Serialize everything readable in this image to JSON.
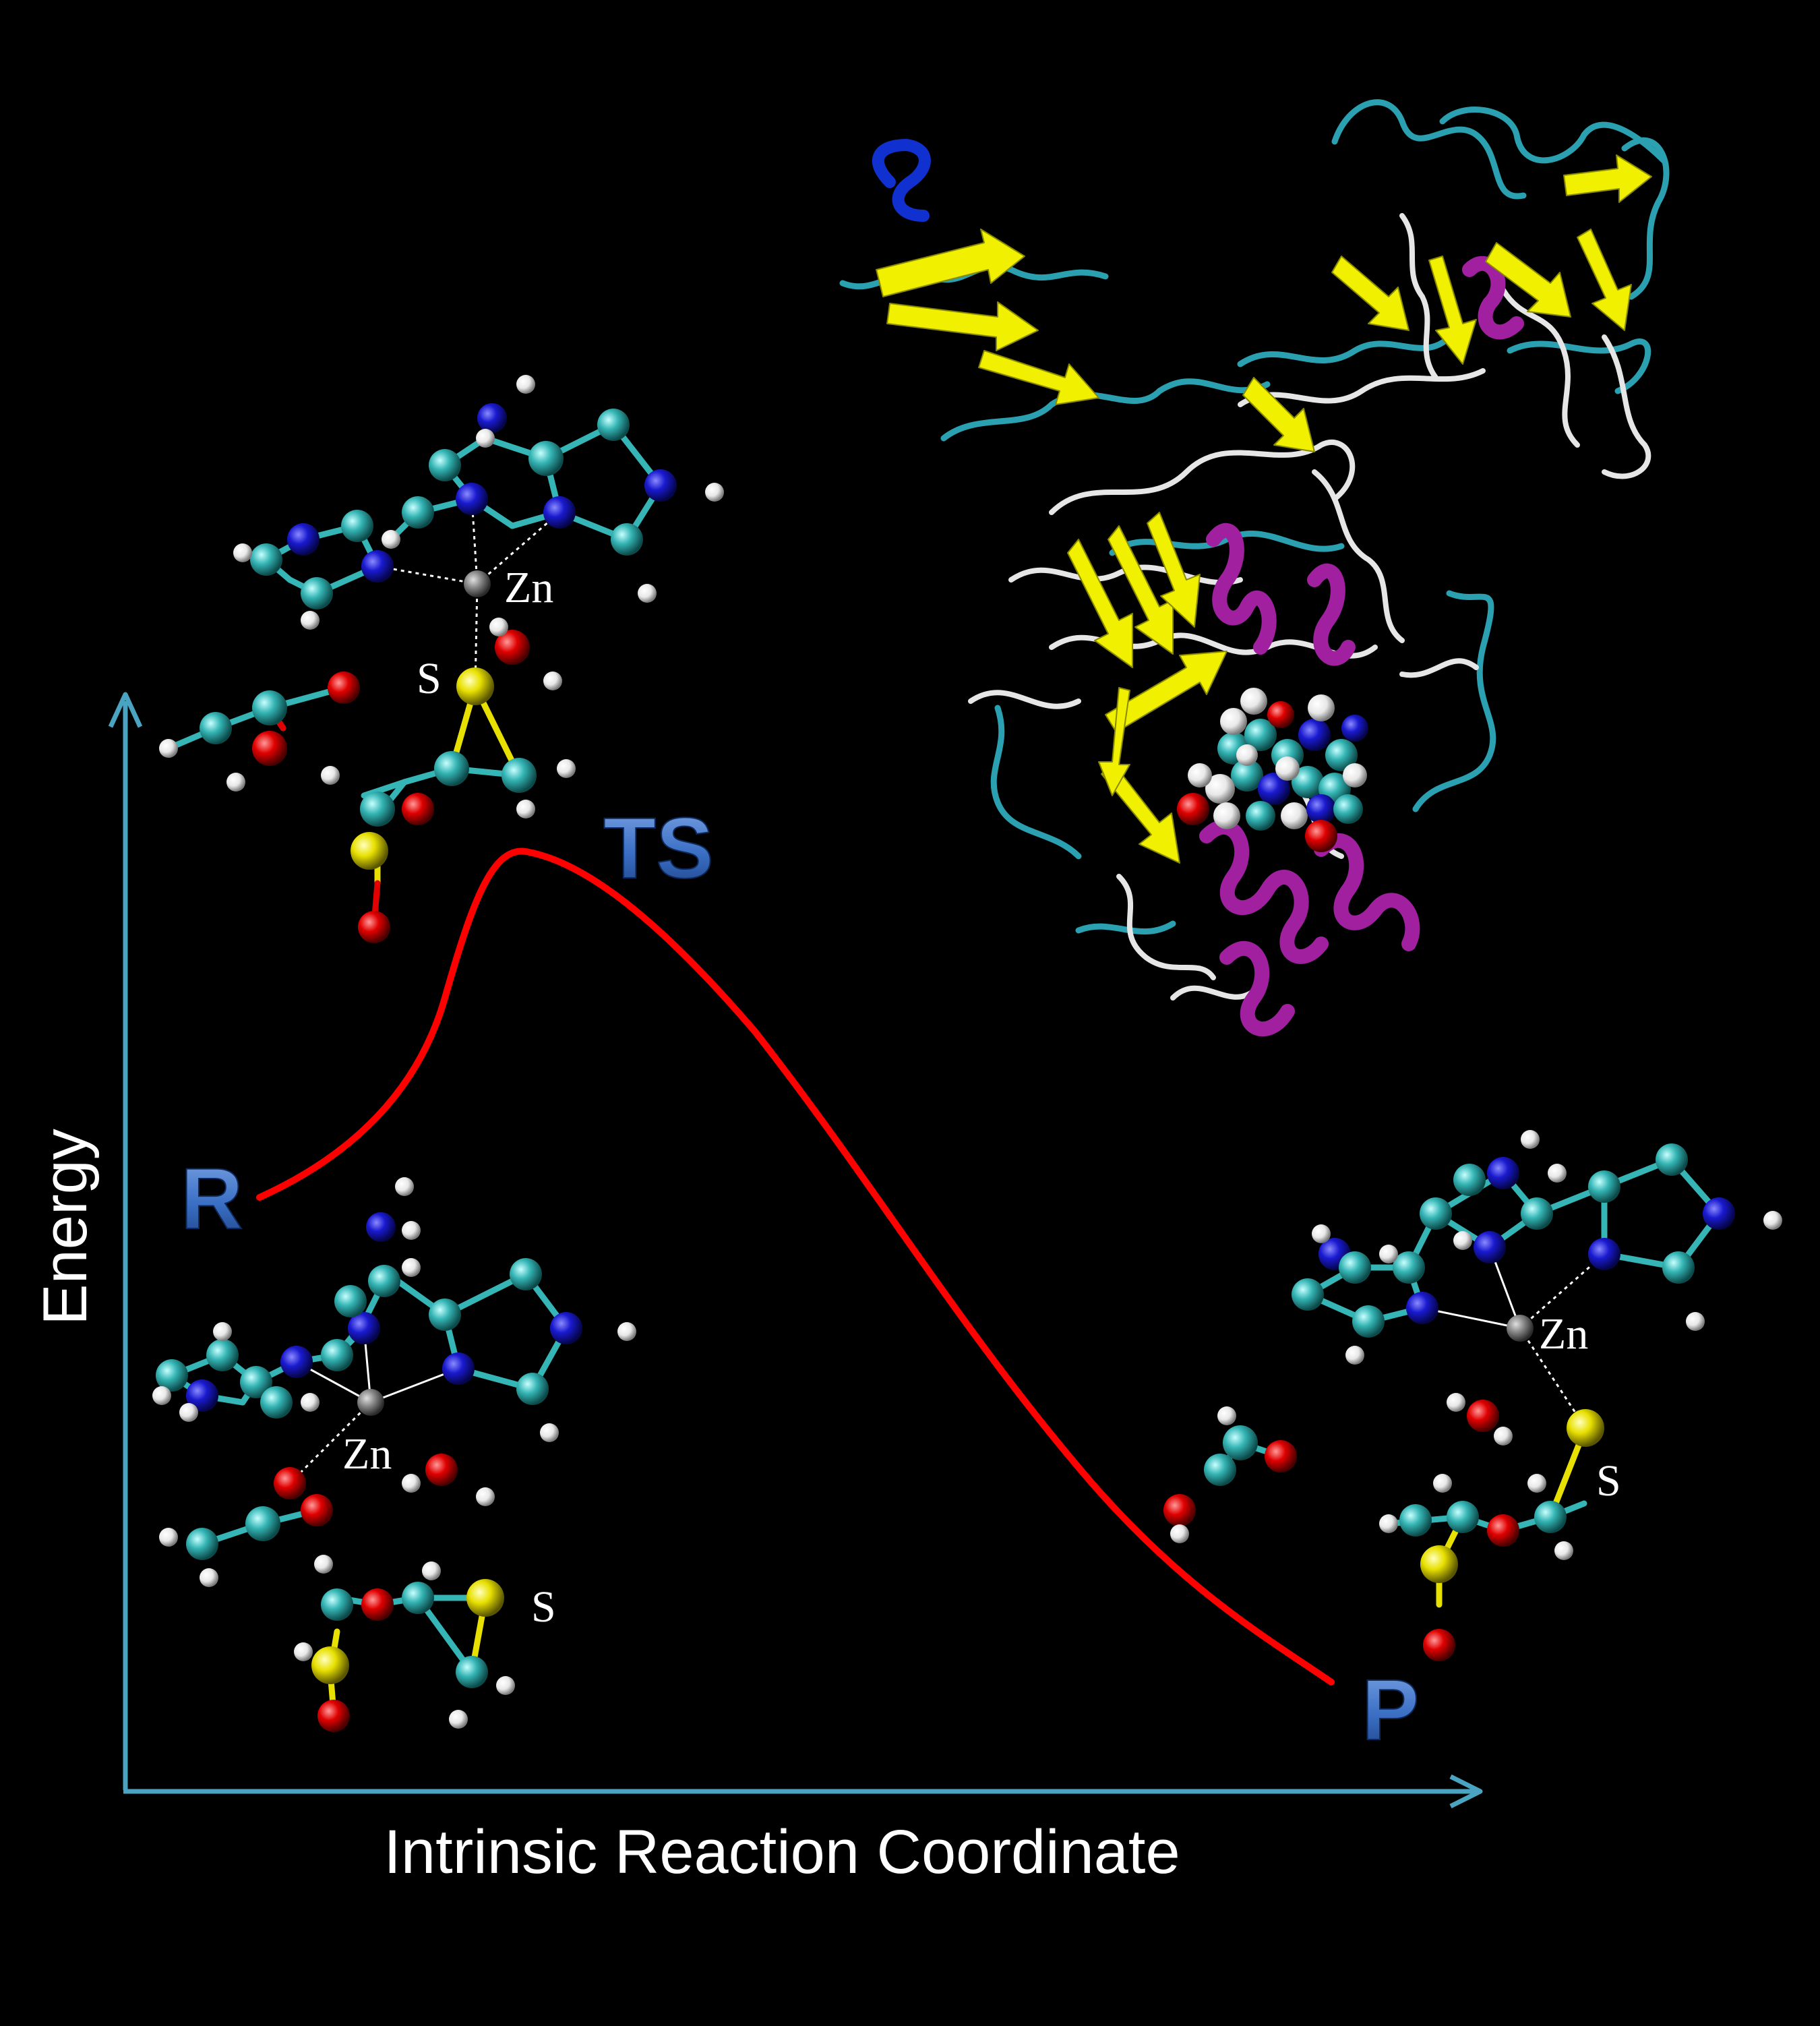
{
  "axes": {
    "x_label": "Intrinsic Reaction Coordinate",
    "y_label": "Energy"
  },
  "states": {
    "reactant": "R",
    "transition_state": "TS",
    "product": "P"
  },
  "atom_labels": {
    "zinc": "Zn",
    "sulfur": "S"
  },
  "colors": {
    "background": "#000000",
    "axis": "#4aa3c0",
    "curve": "#ff0000",
    "state_label": "#3a6fc4",
    "carbon": "#35b5b5",
    "nitrogen": "#1a1ad0",
    "hydrogen": "#f2f2f2",
    "oxygen": "#e00000",
    "sulfur": "#e8e000",
    "zinc": "#8a8a8a",
    "sheet": "#f0f000",
    "helix": "#a020a0",
    "coil": "#e6e6e6",
    "turn": "#2aa0b0",
    "helix_310": "#1030d0"
  },
  "icons": {
    "protein": "protein-ribbon-structure",
    "molecule": "ball-and-stick-model"
  }
}
